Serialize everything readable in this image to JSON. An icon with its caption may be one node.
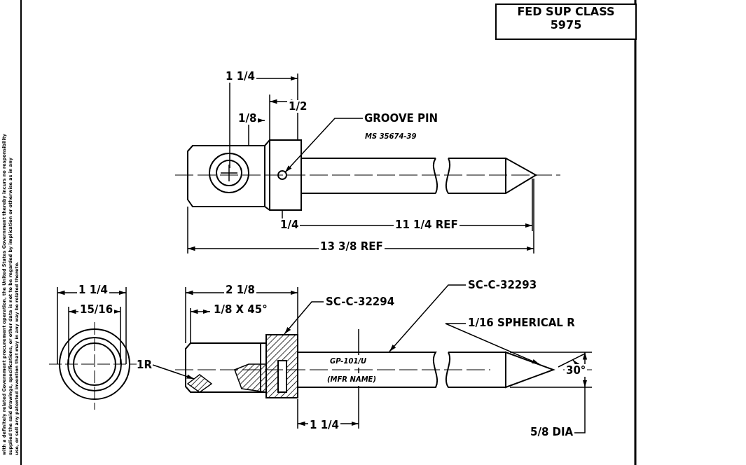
{
  "diagram": {
    "nodes": [
      {
        "text": [
          "FED SUP CLASS",
          "5975"
        ]
      },
      {
        "text": [
          "GROOVE PIN",
          "MS 35674-39"
        ]
      },
      {
        "text": [
          "SC-C-32294"
        ]
      },
      {
        "text": [
          "SC-C-32293"
        ]
      },
      {
        "text": [
          "1/16 SPHERICAL R"
        ]
      },
      {
        "text": [
          "1R"
        ]
      },
      {
        "text": [],
        "shape": "circle"
      },
      {
        "text": [],
        "shape": "box"
      },
      {
        "text": [],
        "shape": "bar"
      },
      {
        "text": [],
        "shape": "picture"
      },
      {
        "text": [],
        "shape": "picture"
      }
    ],
    "edges": [
      {
        "from": 1,
        "to": 6,
        "arrow": "to"
      },
      {
        "from": 2,
        "to": 7,
        "arrow": "to"
      },
      {
        "from": 3,
        "to": 8,
        "arrow": "to"
      },
      {
        "from": 4,
        "to": 9,
        "arrow": "to"
      },
      {
        "from": 5,
        "to": 10,
        "arrow": "to"
      }
    ],
    "labels": [
      "1 1/4",
      "1/2",
      "1/8",
      "1/4",
      "11 1/4 REF",
      "13 3/8 REF",
      "1 1/4",
      "15/16",
      "2 1/8",
      "1/8 X 45°",
      "GP-101/U",
      "(MFR NAME)",
      "30°",
      "1 1/4",
      "5/8 DIA",
      "with a definitely related Government procurement operation, the United States Government thereby incurs no responsibility",
      "supplied the said drawings, specifications, or other data is not to be regarded by implication or otherwise as in any",
      "use, or sell any patented invention that may in any way be related thereto."
    ]
  }
}
